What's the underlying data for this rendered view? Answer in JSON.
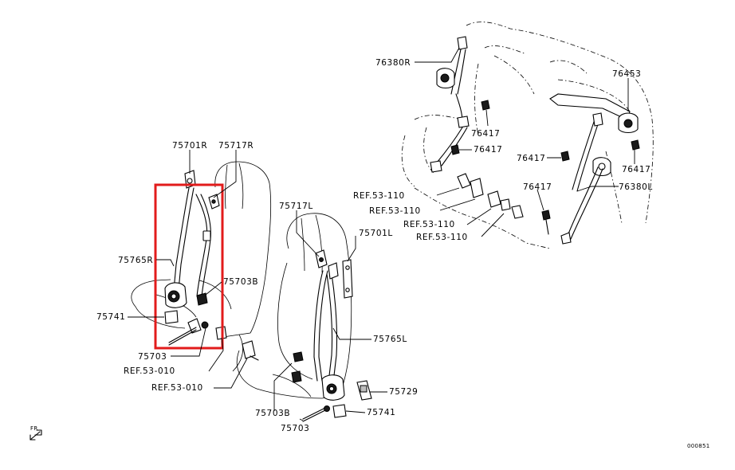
{
  "highlight_color": "#e21b1b",
  "labels": {
    "l_75701R": "75701R",
    "l_75717R": "75717R",
    "l_75765R": "75765R",
    "l_75703B_r": "75703B",
    "l_75741_r": "75741",
    "l_75703_r": "75703",
    "l_ref010a": "REF.53-010",
    "l_ref010b": "REF.53-010",
    "l_75717L": "75717L",
    "l_75701L": "75701L",
    "l_75765L": "75765L",
    "l_75729": "75729",
    "l_75741_l": "75741",
    "l_75703B_l": "75703B",
    "l_75703_l": "75703",
    "l_76380R": "76380R",
    "l_76453": "76453",
    "l_76417a": "76417",
    "l_76417b": "76417",
    "l_76417c": "76417",
    "l_76417d": "76417",
    "l_76417e": "76417",
    "l_76380L": "76380L",
    "l_ref110a": "REF.53-110",
    "l_ref110b": "REF.53-110",
    "l_ref110c": "REF.53-110",
    "l_ref110d": "REF.53-110"
  },
  "fr_label": "FR",
  "diagram_id": "000851"
}
